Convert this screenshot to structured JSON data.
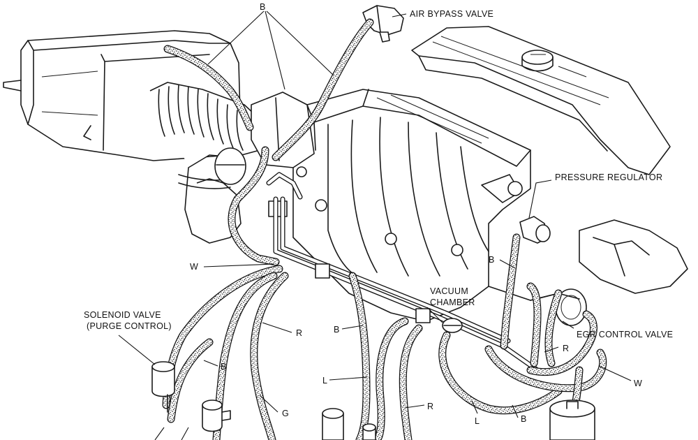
{
  "labels": {
    "air_bypass_valve": "AIR BYPASS VALVE",
    "pressure_regulator": "PRESSURE REGULATOR",
    "vacuum_chamber_line1": "VACUUM",
    "vacuum_chamber_line2": "CHAMBER",
    "egr_control_valve": "EGR CONTROL VALVE",
    "solenoid_valve_line1": "SOLENOID VALVE",
    "solenoid_valve_line2": "(PURGE CONTROL)"
  },
  "hose_codes": {
    "b_top": "B",
    "w_left": "W",
    "r_left": "R",
    "b_left": "B",
    "g_bottom": "G",
    "b_pressure": "B",
    "b_center": "B",
    "l_center": "L",
    "r_center": "R",
    "l_right": "L",
    "b_right": "B",
    "r_right": "R",
    "w_right": "W"
  },
  "colors": {
    "line": "#1a1a1a",
    "background": "#ffffff"
  }
}
